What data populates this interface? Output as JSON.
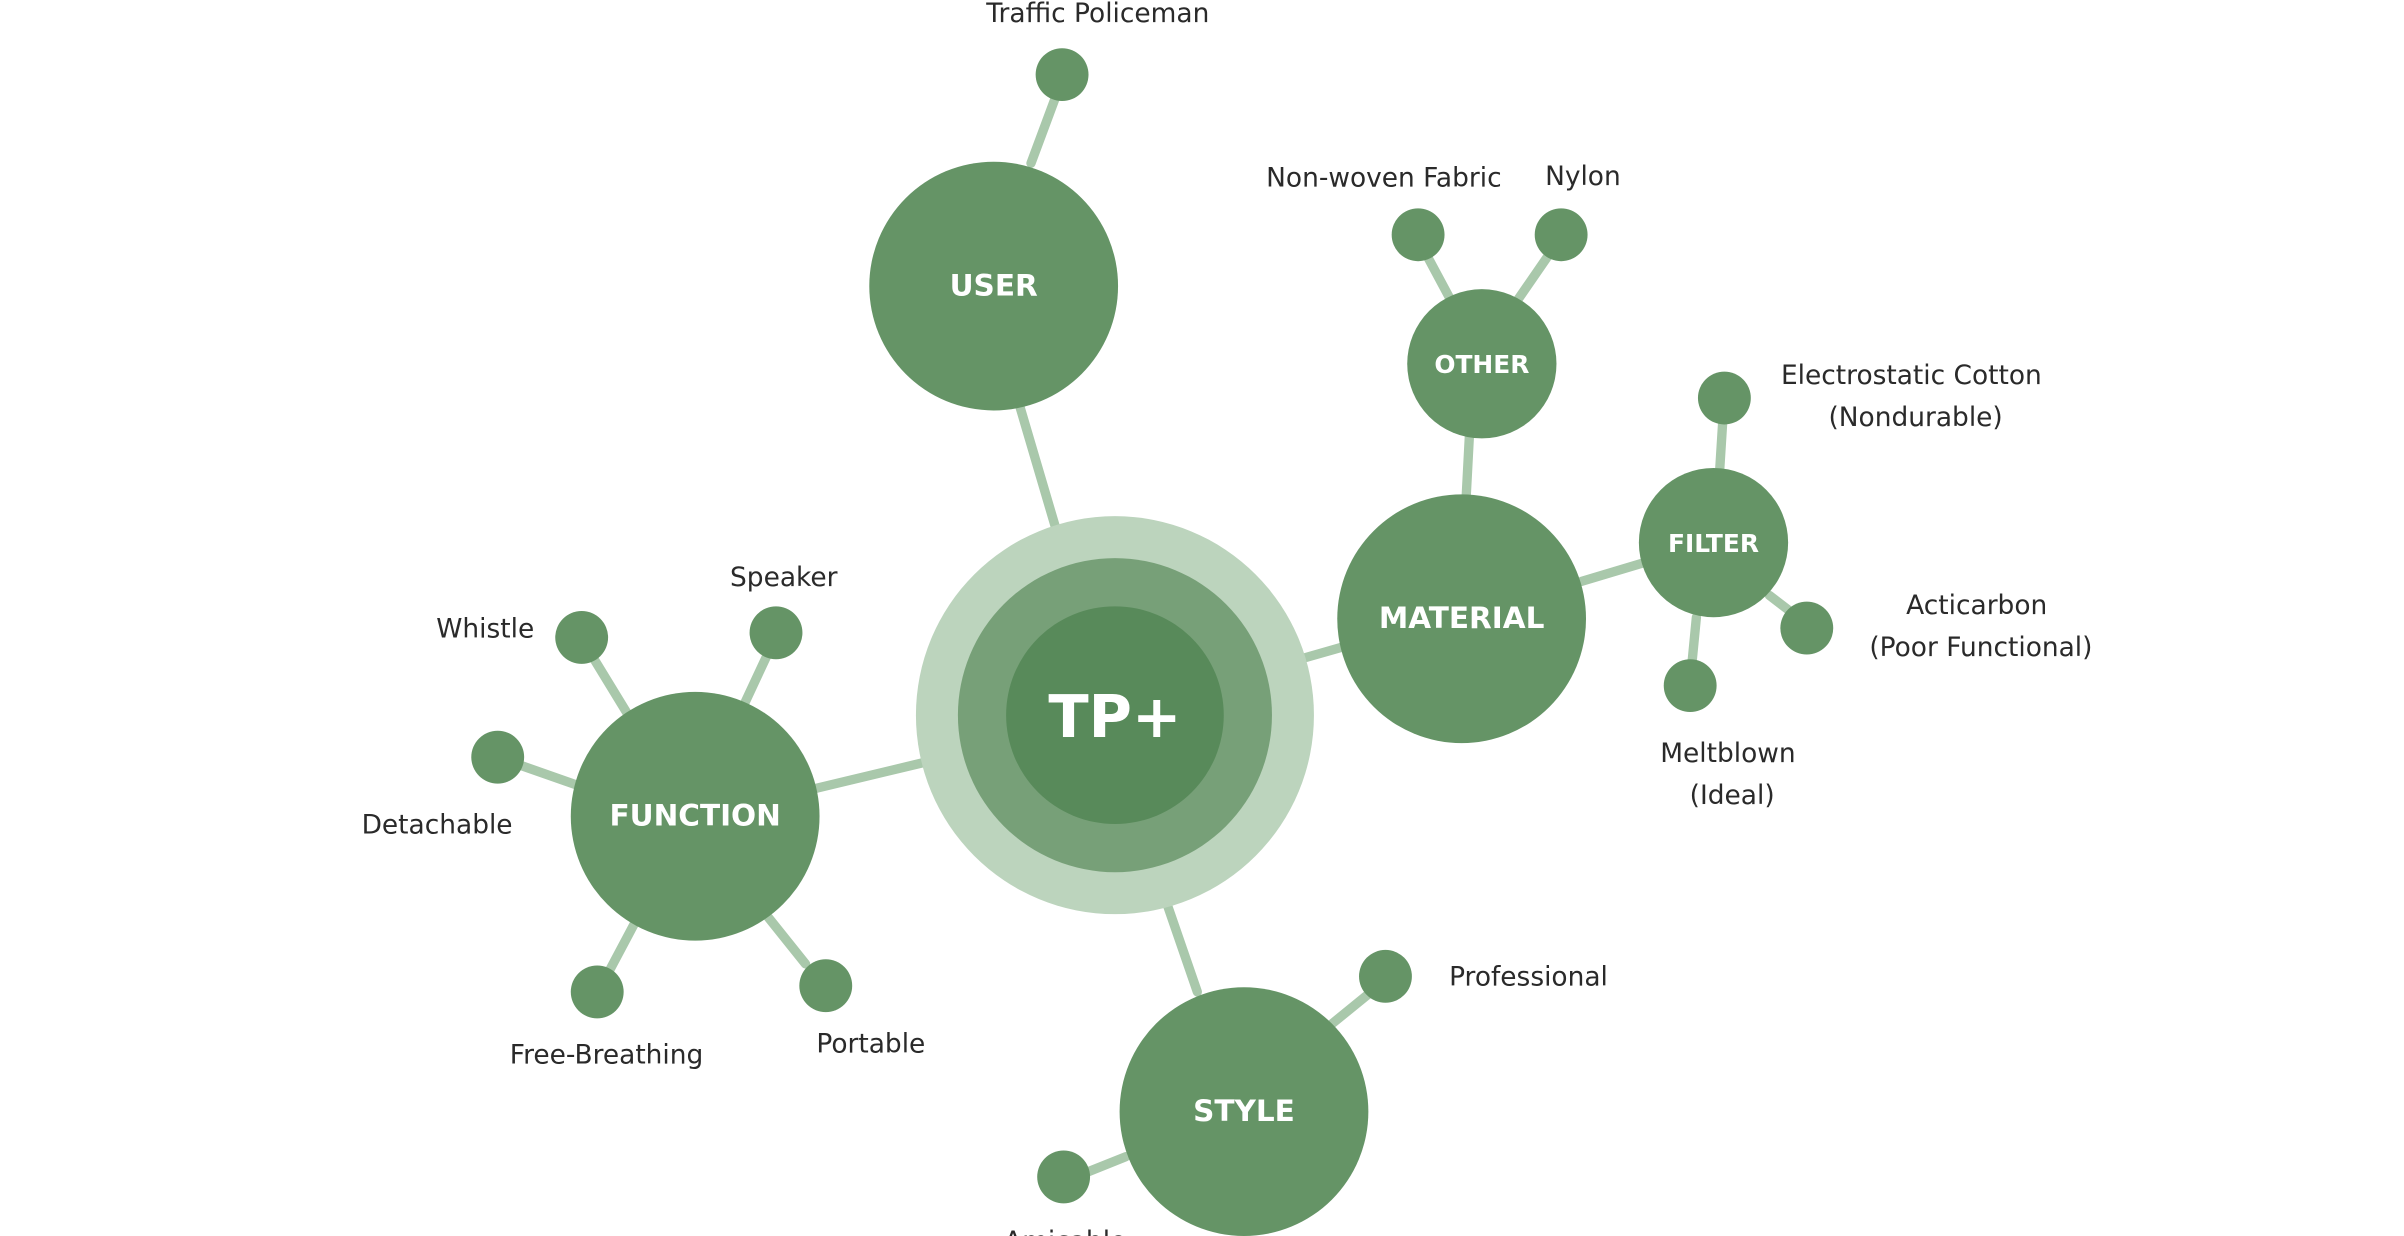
{
  "colors": {
    "background": "#ffffff",
    "node": "#659466",
    "connector": "#a9c8ab",
    "hub_outer": "#bcd4bd",
    "hub_middle": "#77a078",
    "hub_inner": "#588a5a",
    "node_text": "#ffffff",
    "label_text": "#2a2a2a"
  },
  "center": {
    "title": "TP+"
  },
  "branches": {
    "user": {
      "title": "USER",
      "leaves": [
        {
          "label": "Traffic Policeman"
        }
      ]
    },
    "other": {
      "title": "OTHER",
      "leaves": [
        {
          "label": "Non-woven Fabric"
        },
        {
          "label": "Nylon"
        }
      ]
    },
    "material": {
      "title": "MATERIAL"
    },
    "filter": {
      "title": "FILTER",
      "leaves": [
        {
          "label_lines": [
            "Electrostatic Cotton",
            "(Nondurable)"
          ]
        },
        {
          "label_lines": [
            "Acticarbon",
            "(Poor Functional)"
          ]
        },
        {
          "label_lines": [
            "Meltblown",
            "(Ideal)"
          ]
        }
      ]
    },
    "function": {
      "title": "FUNCTION",
      "leaves": [
        {
          "label": "Whistle"
        },
        {
          "label": "Speaker"
        },
        {
          "label": "Detachable"
        },
        {
          "label": "Free-Breathing"
        },
        {
          "label": "Portable"
        }
      ]
    },
    "style": {
      "title": "STYLE",
      "leaves": [
        {
          "label": "Professional"
        },
        {
          "label": "Amicable"
        }
      ]
    }
  }
}
